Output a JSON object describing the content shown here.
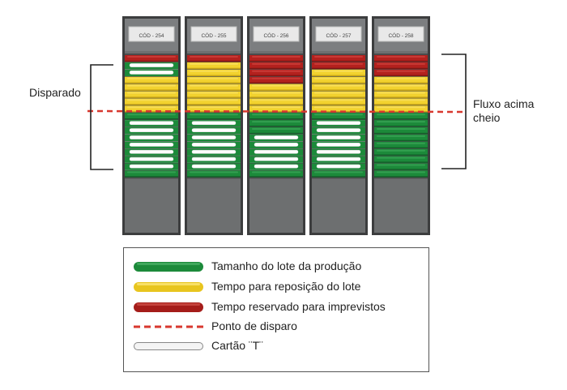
{
  "columns": [
    {
      "code": "CÓD - 254",
      "cards": [
        "red",
        "white",
        "white",
        "yellow",
        "yellow",
        "yellow",
        "yellow",
        "yellow",
        "green",
        "white",
        "white",
        "white",
        "white",
        "white",
        "white",
        "white",
        "green"
      ]
    },
    {
      "code": "CÓD - 255",
      "cards": [
        "red",
        "yellow",
        "yellow",
        "yellow",
        "yellow",
        "yellow",
        "yellow",
        "yellow",
        "green",
        "white",
        "white",
        "white",
        "white",
        "white",
        "white",
        "white",
        "green"
      ]
    },
    {
      "code": "CÓD - 256",
      "cards": [
        "red",
        "red",
        "red",
        "red",
        "yellow",
        "yellow",
        "yellow",
        "yellow",
        "green",
        "green",
        "green",
        "white",
        "white",
        "white",
        "white",
        "white",
        "green"
      ]
    },
    {
      "code": "CÓD - 257",
      "cards": [
        "red",
        "red",
        "yellow",
        "yellow",
        "yellow",
        "yellow",
        "yellow",
        "yellow",
        "green",
        "white",
        "white",
        "white",
        "white",
        "white",
        "white",
        "white",
        "green"
      ]
    },
    {
      "code": "CÓD - 258",
      "cards": [
        "red",
        "red",
        "red",
        "yellow",
        "yellow",
        "yellow",
        "yellow",
        "yellow",
        "green",
        "green",
        "green",
        "green",
        "green",
        "green",
        "green",
        "green",
        "green"
      ]
    }
  ],
  "labels": {
    "left": "Disparado",
    "right_line1": "Fluxo acima",
    "right_line2": "cheio"
  },
  "legend": [
    {
      "symbol": "green",
      "text": "Tamanho do lote da produção"
    },
    {
      "symbol": "yellow",
      "text": "Tempo para reposição do lote"
    },
    {
      "symbol": "red",
      "text": "Tempo reservado para imprevistos"
    },
    {
      "symbol": "dashed",
      "text": "Ponto de disparo"
    },
    {
      "symbol": "white",
      "text": "Cartão ¨T¨"
    }
  ],
  "colors": {
    "red": "#b3211e",
    "yellow": "#f2d22e",
    "green": "#1c8a3a",
    "white": "#ffffff",
    "panel": "#6d6f70",
    "dashed": "#d8382f"
  }
}
